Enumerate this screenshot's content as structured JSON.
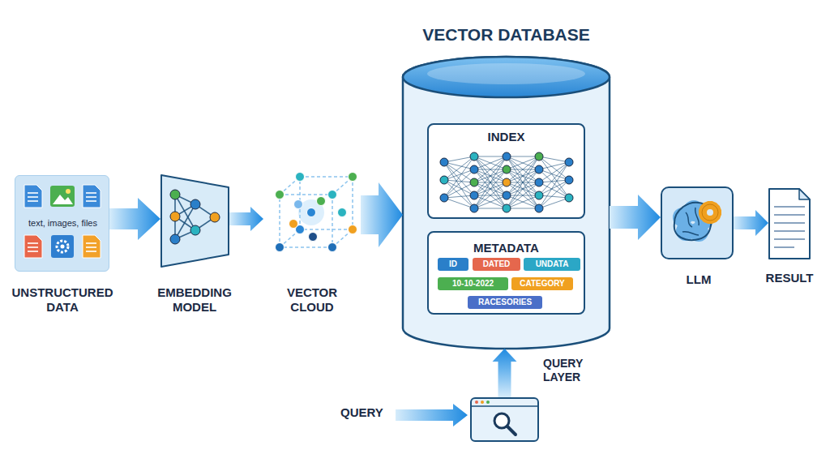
{
  "diagram": {
    "nodes": [
      {
        "text": [
          "text, images, files",
          "UNSTRUCTURED DATA"
        ]
      },
      {
        "text": [
          "EMBEDDING MODEL"
        ]
      },
      {
        "text": [
          "VECTOR CLOUD"
        ]
      },
      {
        "text": [
          "VECTOR DATABASE"
        ]
      },
      {
        "text": [
          "INDEX"
        ],
        "in": 3
      },
      {
        "text": [
          "METADATA"
        ],
        "in": 3
      },
      {
        "text": [
          "ID"
        ],
        "in": 5
      },
      {
        "text": [
          "DATED"
        ],
        "in": 5
      },
      {
        "text": [
          "UNDATA"
        ],
        "in": 5
      },
      {
        "text": [
          "10-10-2022"
        ],
        "in": 5
      },
      {
        "text": [
          "CATEGORY"
        ],
        "in": 5
      },
      {
        "text": [
          "RACESORIES"
        ],
        "in": 5
      },
      {
        "text": [
          "QUERY LAYER"
        ]
      },
      {
        "text": [
          "LLM"
        ]
      },
      {
        "text": [
          "RESULT"
        ]
      }
    ],
    "edges": [
      {
        "from": 0,
        "to": 1,
        "arrow": "to"
      },
      {
        "from": 1,
        "to": 2,
        "arrow": "to"
      },
      {
        "from": 2,
        "to": 3,
        "arrow": "to"
      },
      {
        "from": 3,
        "to": 13,
        "arrow": "to"
      },
      {
        "from": 13,
        "to": 14,
        "arrow": "to"
      },
      {
        "from": 12,
        "to": 3,
        "arrow": "to"
      }
    ],
    "labels": [
      "QUERY"
    ]
  }
}
